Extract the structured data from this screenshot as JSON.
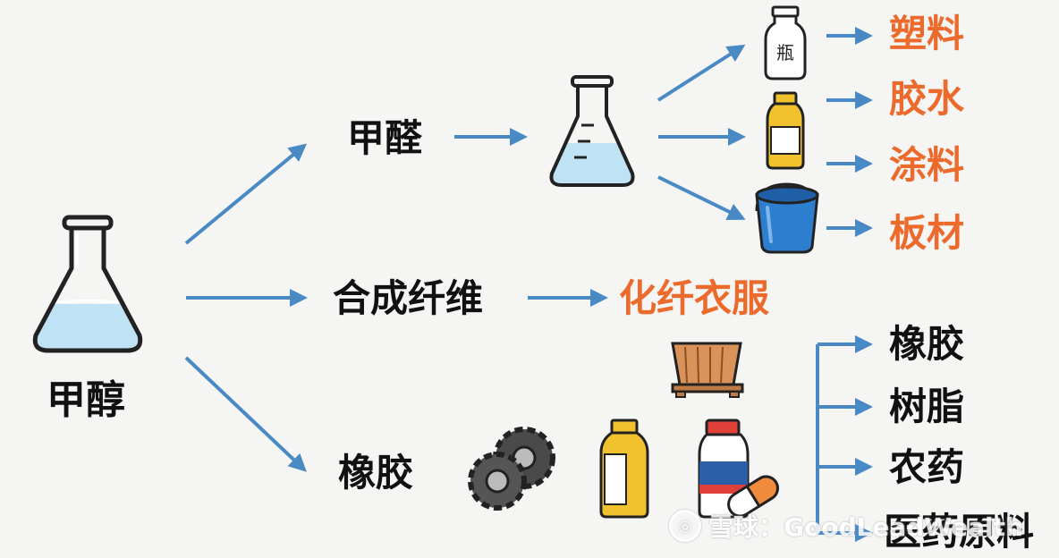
{
  "colors": {
    "arrow": "#4a8ac4",
    "accent_text": "#ec6a2c",
    "main_text": "#111111",
    "liquid": "#bfe3f5",
    "bucket": "#2d7ecf",
    "capsule": "#f08a3c"
  },
  "nodes": {
    "source": "甲醇",
    "formaldehyde": "甲醛",
    "synthetic_fiber": "合成纤维",
    "rubber": "橡胶"
  },
  "formaldehyde_products": [
    "塑料",
    "胶水",
    "涂料",
    "板材"
  ],
  "fiber_product": "化纤衣服",
  "rubber_products": [
    "橡胶",
    "树脂",
    "农药",
    "医药原料"
  ],
  "bottle_label": "瓶",
  "icons": {
    "source_flask": "flask-icon",
    "formaldehyde_flask": "flask-icon",
    "plastic_bottle": "bottle-icon",
    "glue_bottle": "glue-bottle-icon",
    "paint_bucket": "bucket-icon",
    "wood_board": "wood-pallet-icon",
    "gears": "gears-icon",
    "yellow_bottle": "bottle-icon",
    "medicine": "medicine-bottle-icon",
    "capsule": "capsule-icon"
  },
  "watermark": "雪球：GoodLeadWealth"
}
